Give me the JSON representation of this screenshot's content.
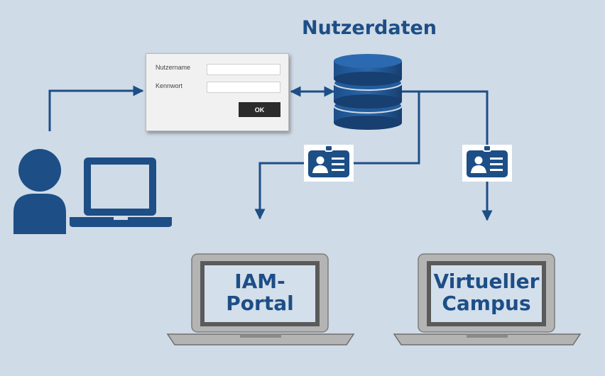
{
  "diagram": {
    "title": "Nutzerdaten",
    "login_dialog": {
      "username_label": "Nutzername",
      "password_label": "Kennwort",
      "ok_label": "OK"
    },
    "laptops": [
      {
        "line1": "IAM-",
        "line2": "Portal"
      },
      {
        "line1": "Virtueller",
        "line2": "Campus"
      }
    ],
    "icons": [
      "user-icon",
      "laptop-icon",
      "database-icon",
      "id-card-icon",
      "id-card-icon"
    ],
    "colors": {
      "background": "#cfdbe7",
      "primary": "#1d4e86",
      "laptop_frame": "#b4b4b4",
      "screen": "#d4dfec"
    }
  }
}
